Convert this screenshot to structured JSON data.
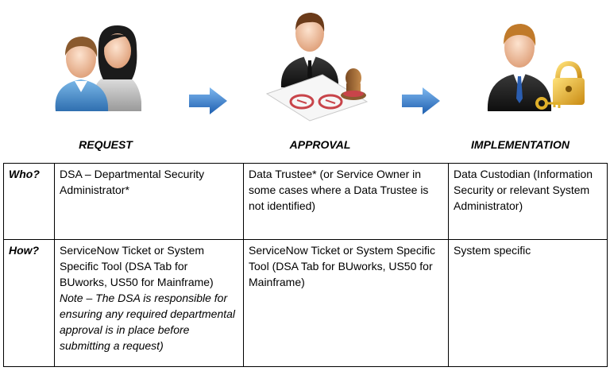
{
  "stages": [
    {
      "label": "REQUEST",
      "icon": "two-people-icon"
    },
    {
      "label": "APPROVAL",
      "icon": "stamp-approval-icon"
    },
    {
      "label": "IMPLEMENTATION",
      "icon": "person-with-lock-keys-icon"
    }
  ],
  "table": {
    "rows": [
      {
        "header": "Who?",
        "request": "DSA – Departmental Security Administrator*",
        "approval": "Data Trustee* (or Service Owner in some cases where a Data Trustee is not identified)",
        "implementation": "Data Custodian (Information Security or relevant System Administrator)"
      },
      {
        "header": "How?",
        "request": "ServiceNow Ticket or System Specific Tool (DSA Tab for BUworks, US50 for Mainframe)",
        "request_note": "Note – The DSA is responsible for ensuring any required departmental approval is in place before submitting a request)",
        "approval": "ServiceNow Ticket or System Specific Tool (DSA Tab for BUworks, US50 for Mainframe)",
        "implementation": "System specific"
      }
    ]
  },
  "colors": {
    "arrow": "#2f7fd4",
    "border": "#000000"
  }
}
